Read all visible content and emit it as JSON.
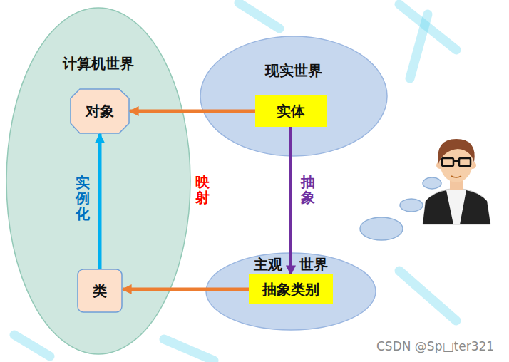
{
  "diagram": {
    "nodes": [
      {
        "text": [
          "计算机世界"
        ]
      },
      {
        "text": [
          "对象"
        ],
        "in": 0
      },
      {
        "text": [
          "类"
        ],
        "in": 0
      },
      {
        "text": [
          "现实世界"
        ]
      },
      {
        "text": [
          "实体"
        ],
        "in": 3
      },
      {
        "text": [
          "主观 世界"
        ]
      },
      {
        "text": [
          "抽象类别"
        ],
        "in": 5
      }
    ],
    "edges": [
      {
        "from": 4,
        "to": 1,
        "arrow": "to"
      },
      {
        "from": 4,
        "to": 6,
        "label": "抽象",
        "arrow": "to"
      },
      {
        "from": 6,
        "to": 2,
        "arrow": "to"
      },
      {
        "from": 2,
        "to": 1,
        "label": "实例化",
        "arrow": "to"
      }
    ],
    "labels": [
      "映射",
      "CSDN @Sp□ter321"
    ]
  }
}
